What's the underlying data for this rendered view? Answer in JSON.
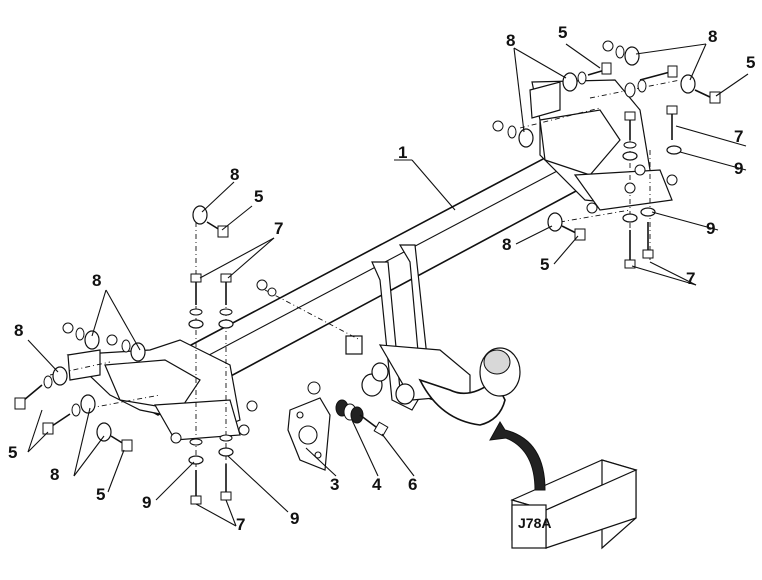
{
  "callouts": {
    "c1": "1",
    "c3": "3",
    "c4": "4",
    "c5": "5",
    "c6": "6",
    "c7": "7",
    "c8": "8",
    "c9": "9"
  },
  "kit_box": {
    "label": "J78A"
  }
}
